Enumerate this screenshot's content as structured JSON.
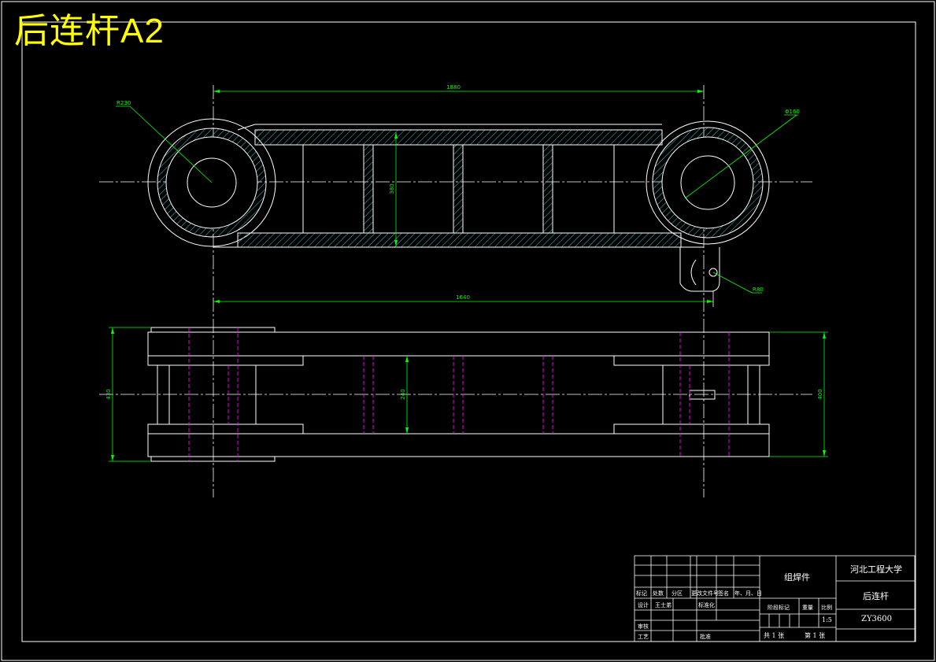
{
  "drawing": {
    "title_overlay": "后连杆A2"
  },
  "dimensions": {
    "top_length": "1880",
    "top_height": "380",
    "bottom_length": "1640",
    "radius_left": "R230",
    "dia_right": "Φ160",
    "radius_small": "R80",
    "side_total": "430",
    "side_inner": "240",
    "side_right": "400"
  },
  "title_block": {
    "part_type": "组焊件",
    "school": "河北工程大学",
    "part_name": "后连杆",
    "drawing_no": "ZY3600",
    "scale": "1:5",
    "header_row": [
      "标记",
      "处数",
      "分区",
      "更改文件号",
      "签名",
      "年、月、日"
    ],
    "design_label": "设计",
    "designer": "王士弟",
    "standard_label": "标准化",
    "review_label": "审核",
    "craft_label": "工艺",
    "approve_label": "批准",
    "stage_label": "阶段标记",
    "weight_label": "重量",
    "scale_label": "比例",
    "sheets_total": "共 1 张",
    "sheet_no": "第 1 张"
  },
  "colors": {
    "background": "#000000",
    "outline": "#ffffff",
    "dimension": "#00ff00",
    "hatch": "#40c0d0",
    "hidden": "#ff00ff",
    "title": "#ffff00"
  }
}
